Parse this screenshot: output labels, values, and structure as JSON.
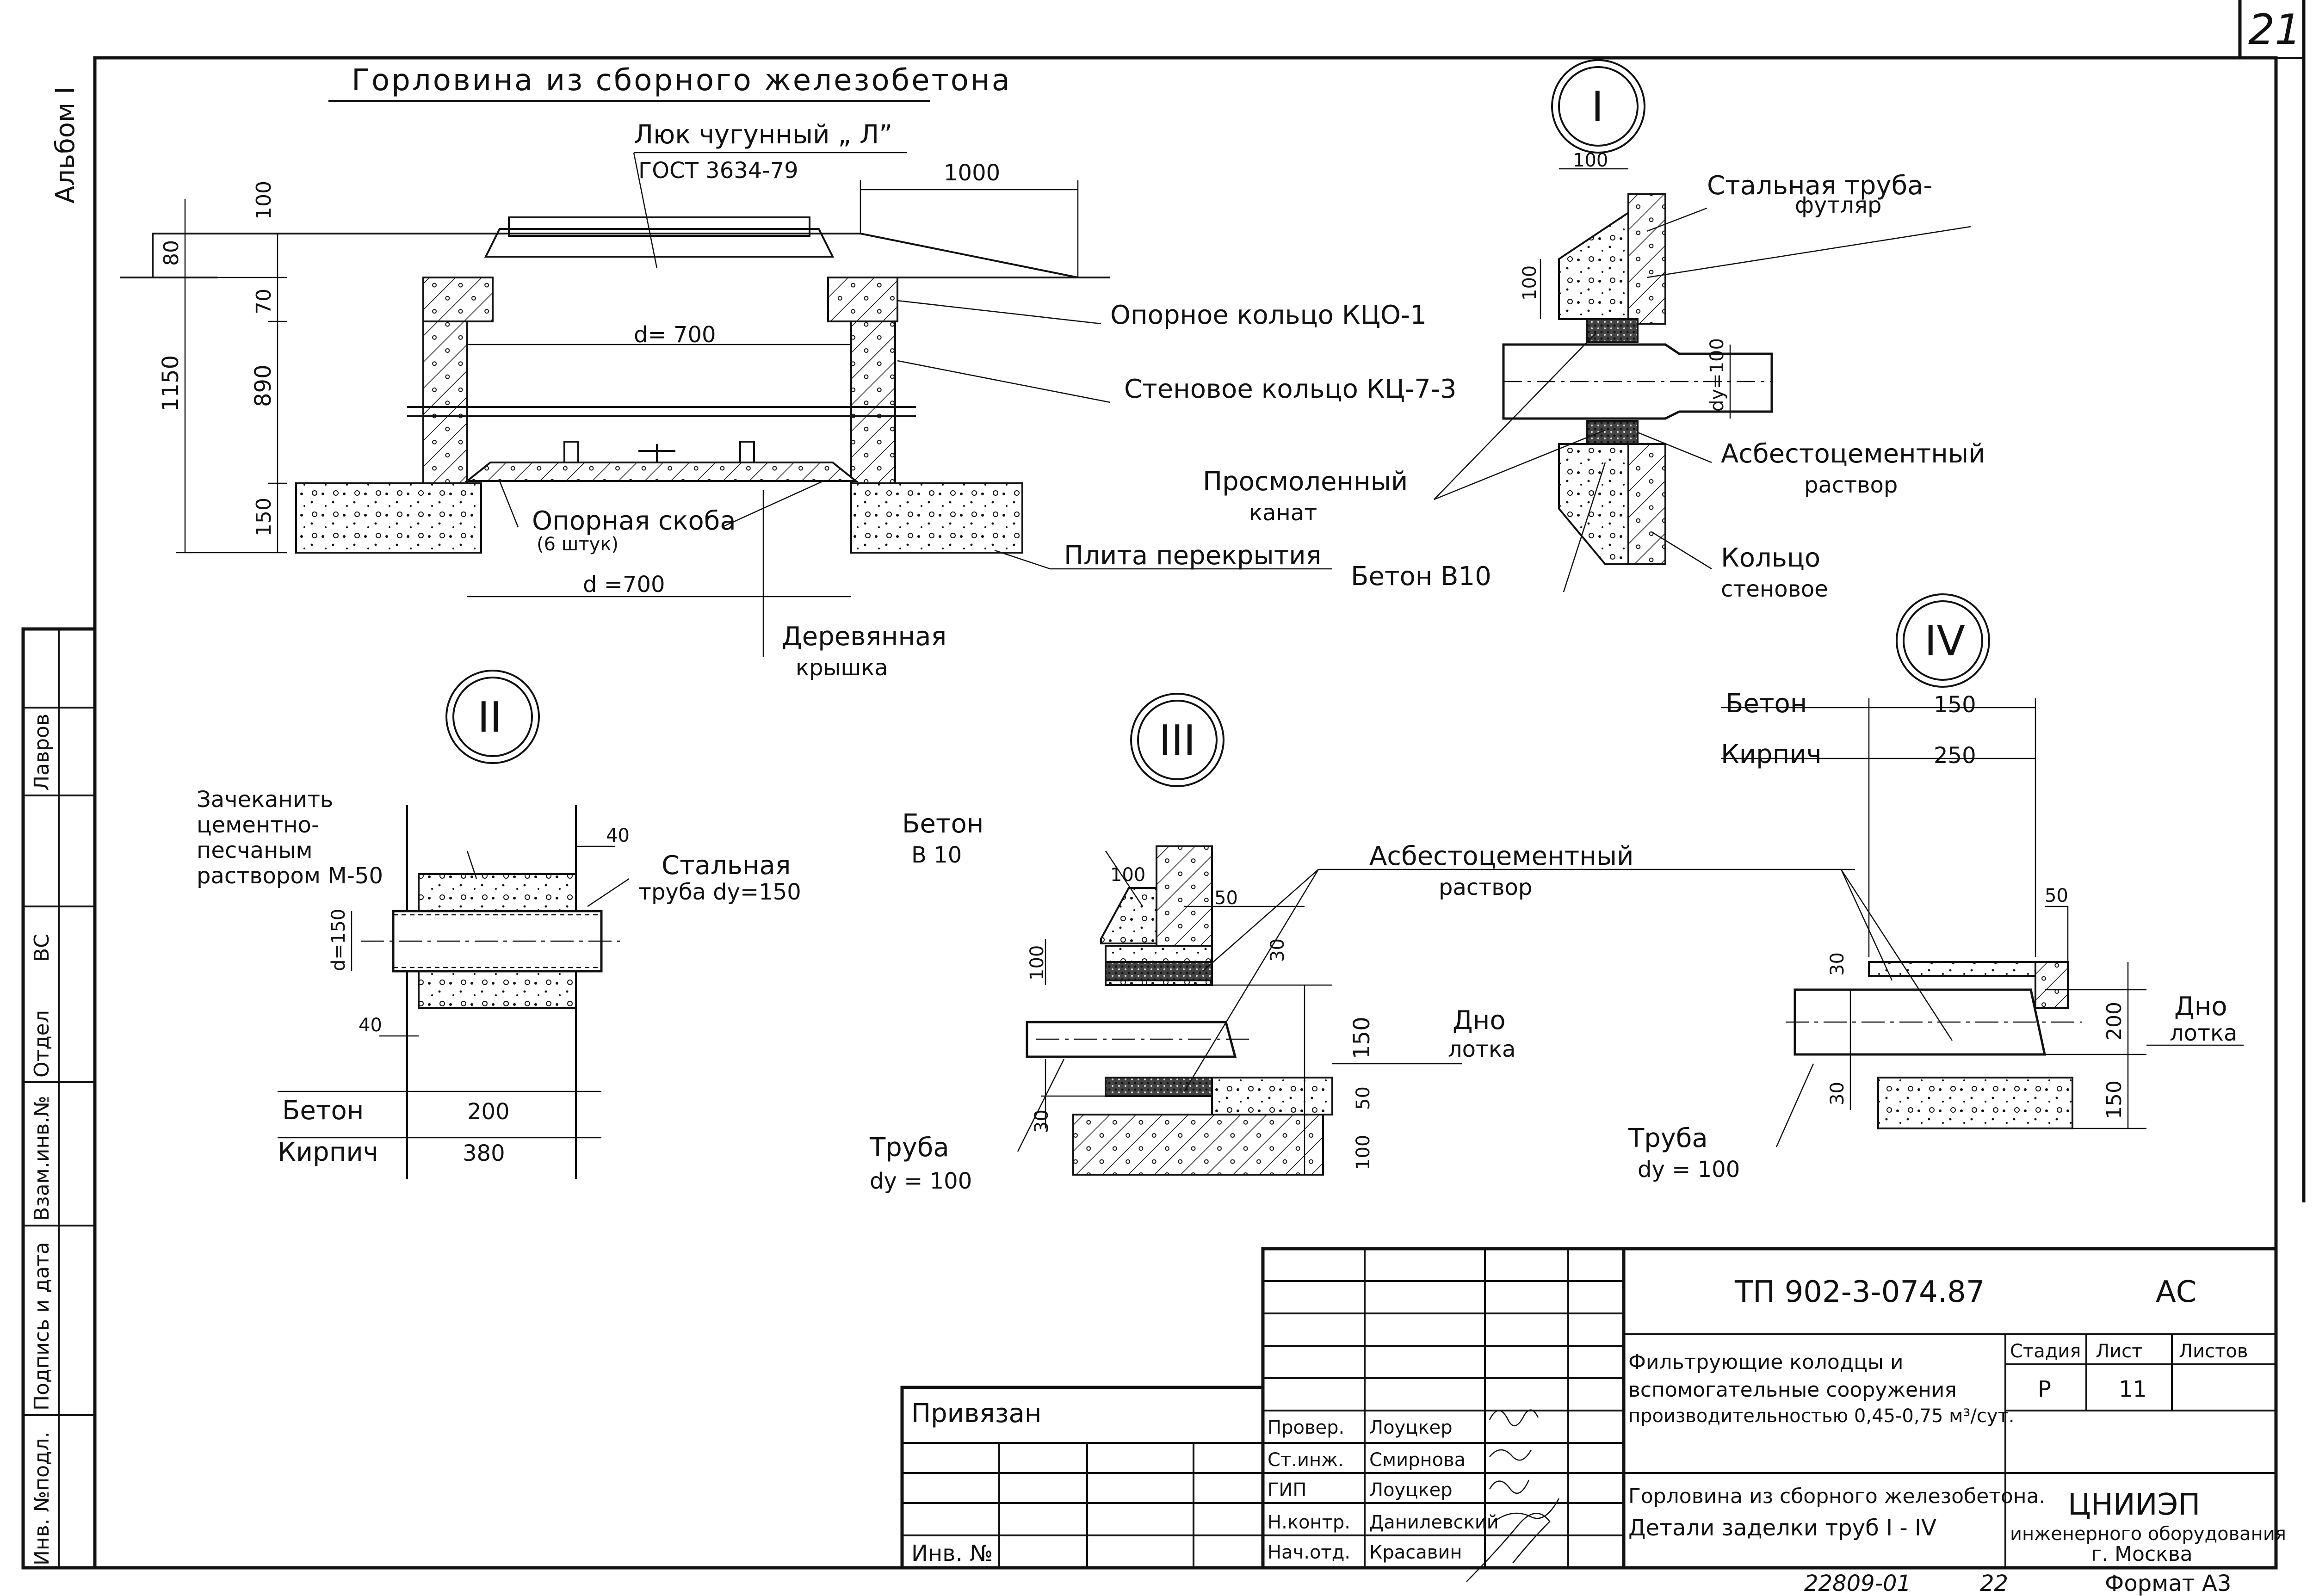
{
  "sheet": {
    "page_number": "21",
    "album_label": "Альбом I",
    "main_title": "Горловина из сборного железобетона"
  },
  "manhole": {
    "hatch_label_1": "Люк чугунный „ Л”",
    "hatch_label_2": "ГОСТ 3634-79",
    "dim_1000": "1000",
    "dim_100": "100",
    "dim_80": "80",
    "dim_1150": "1150",
    "dim_70": "70",
    "dim_890": "890",
    "dim_150": "150",
    "dim_d700_top": "d= 700",
    "dim_d700_bottom": "d =700",
    "support_ring": "Опорное кольцо КЦО-1",
    "wall_ring": "Стеновое кольцо КЦ-7-3",
    "bracket_1": "Опорная скоба",
    "bracket_2": "(6 штук)",
    "slab": "Плита перекрытия",
    "cover_1": "Деревянная",
    "cover_2": "крышка"
  },
  "detail_1": {
    "marker": "I",
    "dim_100_top": "100",
    "dim_100_side": "100",
    "pipe_label_1": "Стальная труба-",
    "pipe_label_2": "футляр",
    "dy": "dy=100",
    "asbestos_1": "Асбестоцементный",
    "asbestos_2": "раствор",
    "tarred_1": "Просмоленный",
    "tarred_2": "канат",
    "concrete": "Бетон В10",
    "ring_1": "Кольцо",
    "ring_2": "стеновое"
  },
  "detail_2": {
    "marker": "II",
    "caulk_1": "Зачеканить",
    "caulk_2": "цементно-",
    "caulk_3": "песчаным",
    "caulk_4": "раствором М-50",
    "pipe_1": "Стальная",
    "pipe_2": "труба dy=150",
    "dim_40_top": "40",
    "dim_40_bottom": "40",
    "dim_d150": "d=150",
    "concrete_label": "Бетон",
    "concrete_value": "200",
    "brick_label": "Кирпич",
    "brick_value": "380"
  },
  "detail_3": {
    "marker": "III",
    "concrete_1": "Бетон",
    "concrete_2": "В 10",
    "dim_100_top": "100",
    "dim_50": "50",
    "dim_100_side": "100",
    "dim_30_right": "30",
    "dim_150": "150",
    "dim_50_low": "50",
    "dim_100_low": "100",
    "dim_30_left": "30",
    "asbestos_1": "Асбестоцементный",
    "asbestos_2": "раствор",
    "bottom_1": "Дно",
    "bottom_2": "лотка",
    "pipe_1": "Труба",
    "pipe_2": "dy = 100"
  },
  "detail_4": {
    "marker": "IV",
    "concrete_label": "Бетон",
    "concrete_value": "150",
    "brick_label": "Кирпич",
    "brick_value": "250",
    "dim_50": "50",
    "dim_30_top": "30",
    "dim_200": "200",
    "dim_30_bottom": "30",
    "dim_150": "150",
    "bottom_1": "Дно",
    "bottom_2": "лотка",
    "pipe_1": "Труба",
    "pipe_2": "dy = 100"
  },
  "side_stamp": {
    "dept": "Отдел",
    "vs": "ВС",
    "name": "Лавров",
    "inv_replace": "Взам.инв.№",
    "sign_date": "Подпись и дата",
    "inv_orig": "Инв. №подл."
  },
  "title_block": {
    "doc_code": "ТП 902-3-074.87",
    "mark": "АС",
    "bound": "Привязан",
    "inv_no": "Инв. №",
    "roles": [
      {
        "role": "Провер.",
        "name": "Лоуцкер"
      },
      {
        "role": "Ст.инж.",
        "name": "Смирнова"
      },
      {
        "role": "ГИП",
        "name": "Лоуцкер"
      },
      {
        "role": "Н.контр.",
        "name": "Данилевский"
      },
      {
        "role": "Нач.отд.",
        "name": "Красавин"
      }
    ],
    "project_1": "Фильтрующие колодцы и",
    "project_2": "вспомогательные сооружения",
    "project_3": "производительностью 0,45-0,75 м³/сут.",
    "sheet_title_1": "Горловина из сборного железобетона.",
    "sheet_title_2": "Детали заделки труб I - IV",
    "stage_h": "Стадия",
    "sheet_h": "Лист",
    "sheets_h": "Листов",
    "stage": "Р",
    "sheet_no": "11",
    "org_1": "ЦНИИЭП",
    "org_2": "инженерного оборудования",
    "org_3": "г. Москва",
    "footer_code": "22809-01",
    "footer_num": "22",
    "format": "Формат А3"
  }
}
